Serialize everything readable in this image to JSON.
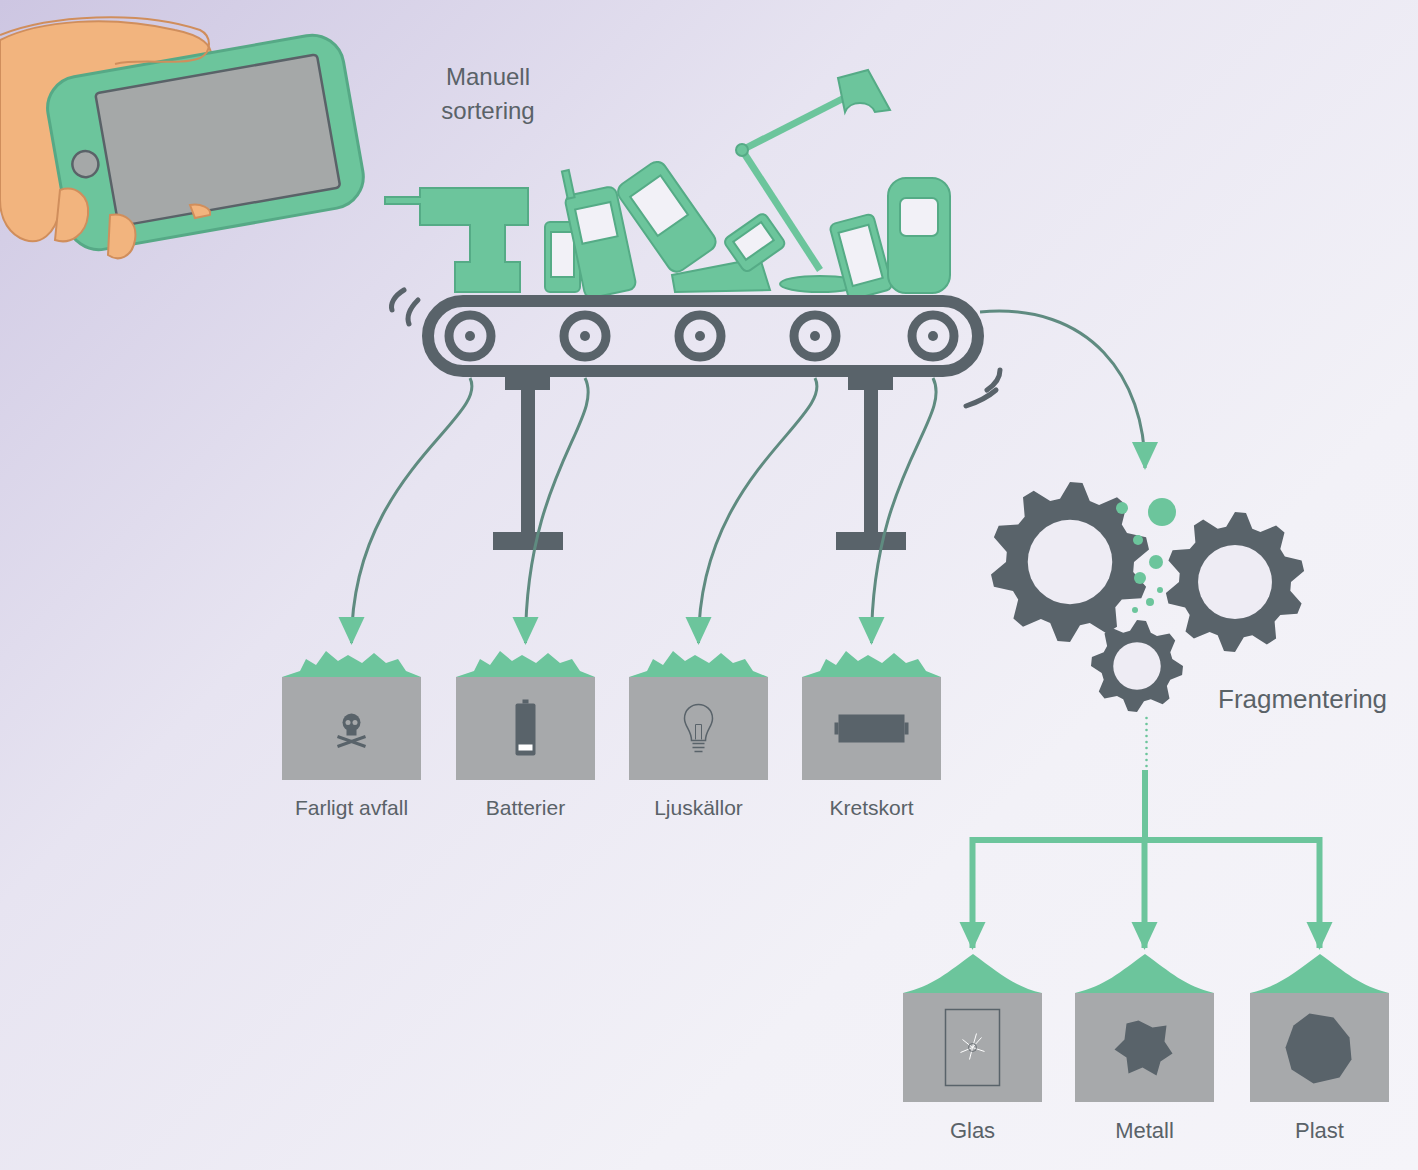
{
  "diagram": {
    "nodes": [
      {
        "text": [
          "Manuell sortering"
        ]
      },
      {
        "text": [
          "Farligt avfall"
        ]
      },
      {
        "text": [
          "Batterier"
        ]
      },
      {
        "text": [
          "Ljuskällor"
        ]
      },
      {
        "text": [
          "Kretskort"
        ]
      },
      {
        "text": [
          "Fragmentering"
        ]
      },
      {
        "text": [
          "Glas"
        ]
      },
      {
        "text": [
          "Metall"
        ]
      },
      {
        "text": [
          "Plast"
        ]
      }
    ],
    "edges": [
      {
        "from": 0,
        "to": 1,
        "arrow": "to"
      },
      {
        "from": 0,
        "to": 2,
        "arrow": "to"
      },
      {
        "from": 0,
        "to": 3,
        "arrow": "to"
      },
      {
        "from": 0,
        "to": 4,
        "arrow": "to"
      },
      {
        "from": 0,
        "to": 5,
        "arrow": "to"
      },
      {
        "from": 5,
        "to": 6,
        "arrow": "to"
      },
      {
        "from": 5,
        "to": 7,
        "arrow": "to"
      },
      {
        "from": 5,
        "to": 8,
        "arrow": "to"
      }
    ]
  }
}
